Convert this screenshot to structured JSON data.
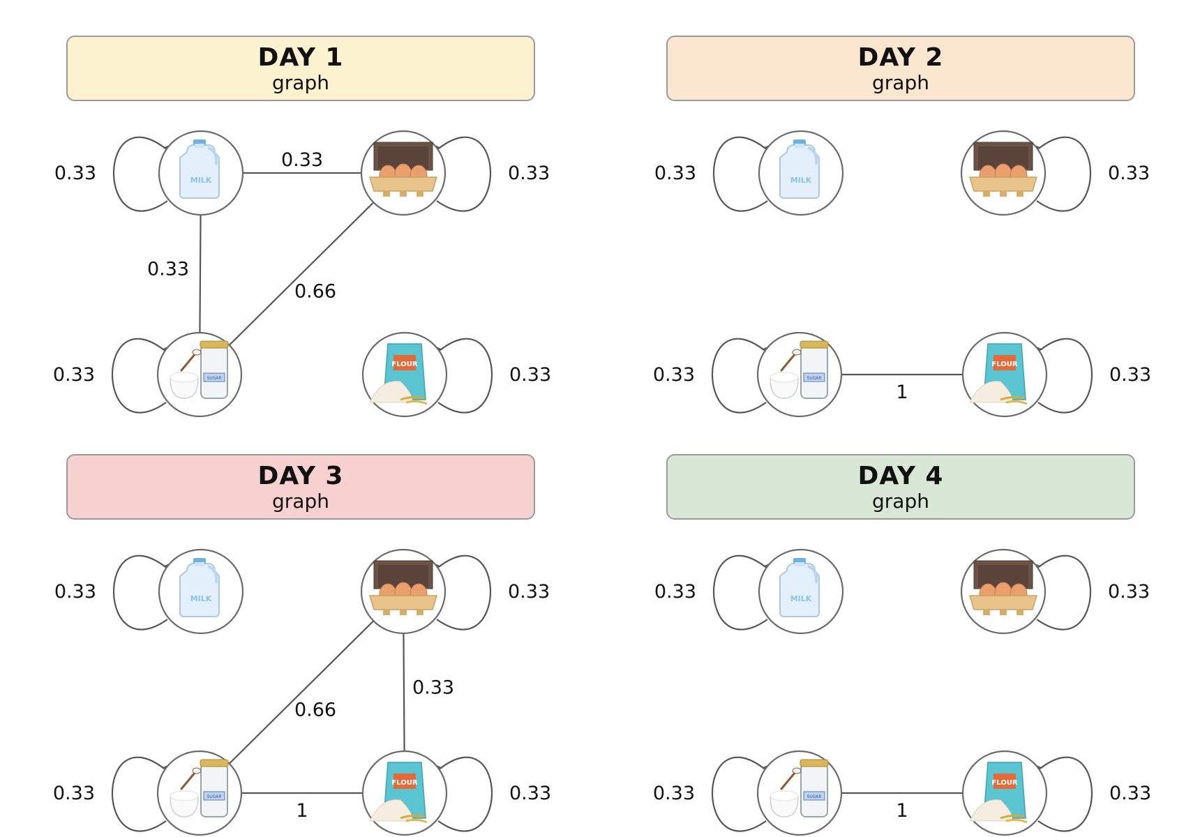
{
  "colors": {
    "day1": "#fcf2d0",
    "day2": "#fbe6d0",
    "day3": "#f7d0d0",
    "day4": "#d9e8d6"
  },
  "panels": [
    {
      "title": "DAY 1",
      "subtitle": "graph",
      "loops": {
        "milk": "0.33",
        "eggs": "0.33",
        "sugar": "0.33",
        "flour": "0.33"
      },
      "edges": [
        {
          "from": "milk",
          "to": "eggs",
          "weight": "0.33"
        },
        {
          "from": "milk",
          "to": "sugar",
          "weight": "0.33"
        },
        {
          "from": "eggs",
          "to": "sugar",
          "weight": "0.66"
        }
      ]
    },
    {
      "title": "DAY 2",
      "subtitle": "graph",
      "loops": {
        "milk": "0.33",
        "eggs": "0.33",
        "sugar": "0.33",
        "flour": "0.33"
      },
      "edges": [
        {
          "from": "sugar",
          "to": "flour",
          "weight": "1"
        }
      ]
    },
    {
      "title": "DAY 3",
      "subtitle": "graph",
      "loops": {
        "milk": "0.33",
        "eggs": "0.33",
        "sugar": "0.33",
        "flour": "0.33"
      },
      "edges": [
        {
          "from": "eggs",
          "to": "sugar",
          "weight": "0.66"
        },
        {
          "from": "eggs",
          "to": "flour",
          "weight": "0.33"
        },
        {
          "from": "sugar",
          "to": "flour",
          "weight": "1"
        }
      ]
    },
    {
      "title": "DAY 4",
      "subtitle": "graph",
      "loops": {
        "milk": "0.33",
        "eggs": "0.33",
        "sugar": "0.33",
        "flour": "0.33"
      },
      "edges": [
        {
          "from": "sugar",
          "to": "flour",
          "weight": "1"
        }
      ]
    }
  ],
  "icons": {
    "milk": "milk-jug-icon",
    "eggs": "egg-carton-icon",
    "sugar": "sugar-jar-icon",
    "flour": "flour-bag-icon"
  },
  "text": {
    "milk_label": "MILK",
    "flour_label": "FLOUR",
    "sugar_label": "SUGAR"
  }
}
